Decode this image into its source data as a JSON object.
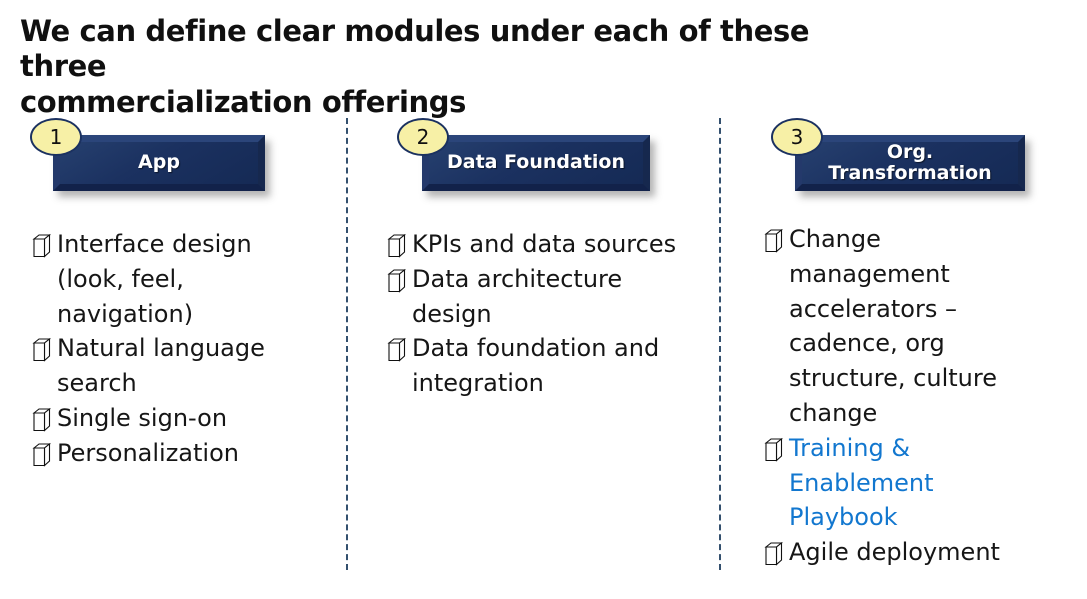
{
  "title": "We can define clear modules under each of these three\ncommercialization offerings",
  "colors": {
    "box_navy": "#1b3160",
    "badge_yellow": "#f7f0a6",
    "link_blue": "#1277cf",
    "divider": "#33506e",
    "text": "#161616",
    "background": "#ffffff"
  },
  "dividers": [
    {
      "name": "divider-1"
    },
    {
      "name": "divider-2"
    }
  ],
  "columns": [
    {
      "badge": "1",
      "header": "App",
      "bullet_icon": "book-icon",
      "items": [
        {
          "text": "Interface design (look, feel, navigation)",
          "link": false
        },
        {
          "text": "Natural language search",
          "link": false
        },
        {
          "text": "Single sign-on",
          "link": false
        },
        {
          "text": "Personalization",
          "link": false
        }
      ]
    },
    {
      "badge": "2",
      "header": "Data Foundation",
      "bullet_icon": "book-icon",
      "items": [
        {
          "text": "KPIs and data sources",
          "link": false
        },
        {
          "text": "Data architecture design",
          "link": false
        },
        {
          "text": "Data foundation and integration",
          "link": false
        }
      ]
    },
    {
      "badge": "3",
      "header": "Org.\nTransformation",
      "bullet_icon": "book-icon",
      "items": [
        {
          "text": "Change management accelerators – cadence, org structure, culture change",
          "link": false
        },
        {
          "text": "Training & Enablement Playbook",
          "link": true
        },
        {
          "text": "Agile deployment",
          "link": false
        }
      ]
    }
  ]
}
